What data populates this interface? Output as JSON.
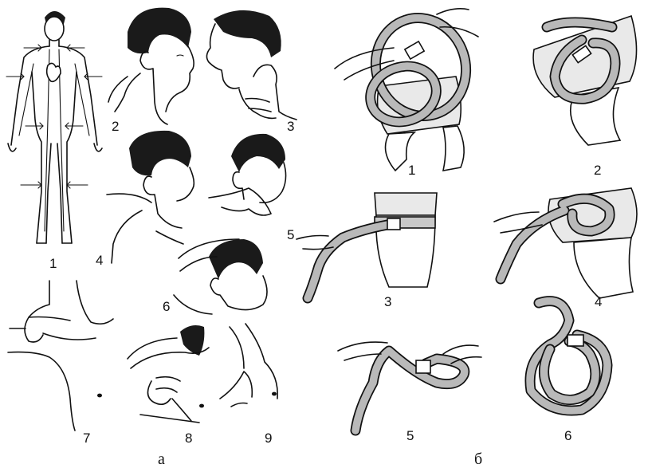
{
  "panel_a": {
    "caption": "а",
    "labels": [
      "1",
      "2",
      "3",
      "4",
      "5",
      "6",
      "7",
      "8",
      "9"
    ]
  },
  "panel_b": {
    "caption": "б",
    "labels": [
      "1",
      "2",
      "3",
      "4",
      "5",
      "6"
    ]
  }
}
